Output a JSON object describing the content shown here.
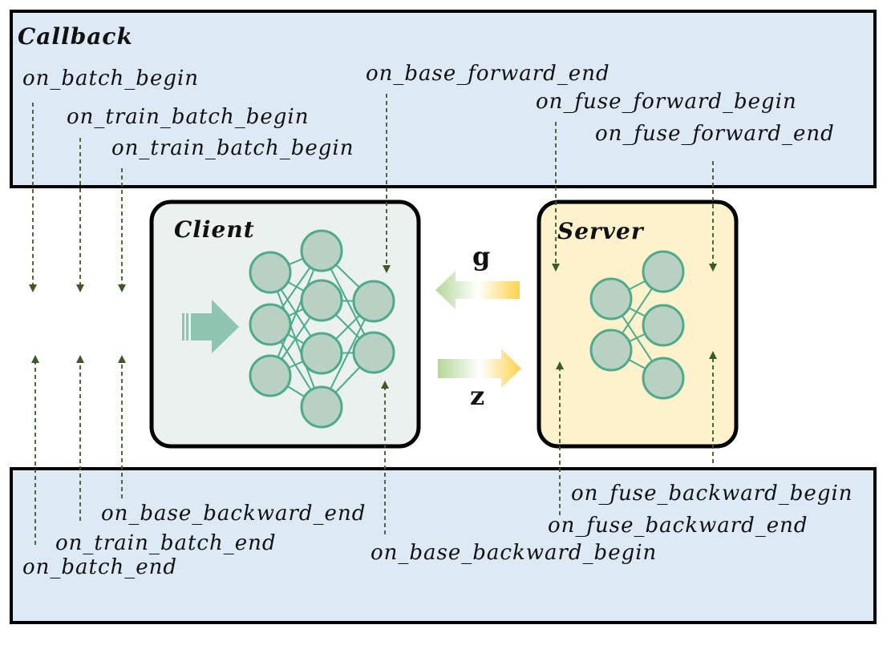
{
  "callback_label": "Callback",
  "client_label": "Client",
  "server_label": "Server",
  "gradient_symbol": "g",
  "activation_symbol": "z",
  "top_hooks": {
    "on_batch_begin": "on_batch_begin",
    "on_train_batch_begin_1": "on_train_batch_begin",
    "on_train_batch_begin_2": "on_train_batch_begin",
    "on_base_forward_end": "on_base_forward_end",
    "on_fuse_forward_begin": "on_fuse_forward_begin",
    "on_fuse_forward_end": "on_fuse_forward_end"
  },
  "bottom_hooks": {
    "on_base_backward_end": "on_base_backward_end",
    "on_train_batch_end": "on_train_batch_end",
    "on_batch_end": "on_batch_end",
    "on_base_backward_begin": "on_base_backward_begin",
    "on_fuse_backward_begin": "on_fuse_backward_begin",
    "on_fuse_backward_end": "on_fuse_backward_end"
  },
  "colors": {
    "callback_bg": "#dde9f5",
    "client_bg": "#ebf1ee",
    "server_bg": "#fdf2cc",
    "node_fill": "#b8d1c2",
    "node_stroke": "#4daa8c",
    "hook_arrow": "#3b5a25",
    "input_arrow": "#8fc4b0"
  }
}
